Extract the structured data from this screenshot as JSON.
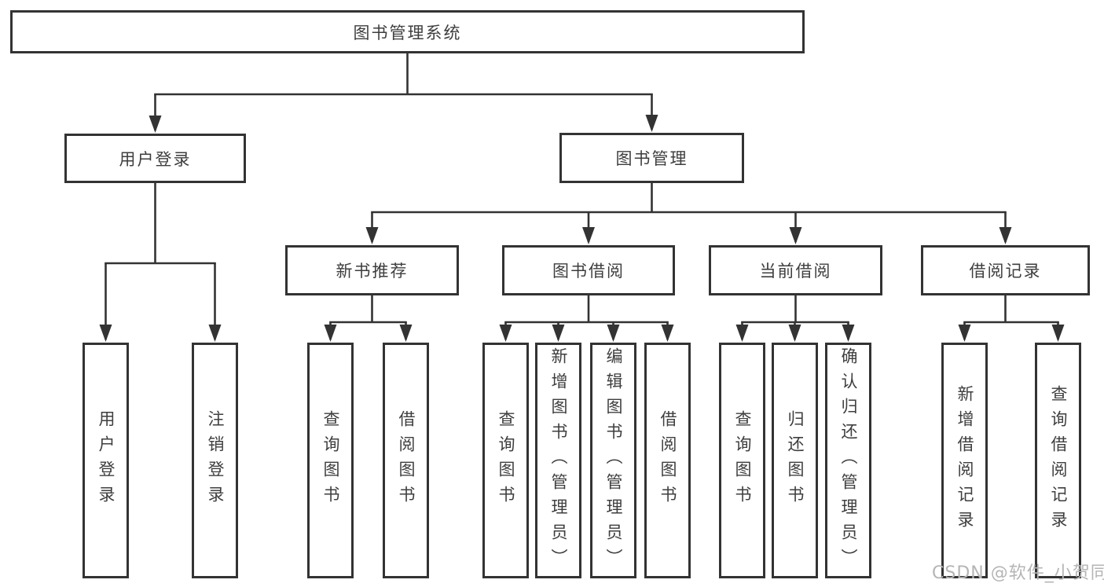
{
  "diagram_title": "图书管理系统",
  "tree": {
    "label": "图书管理系统",
    "children": [
      {
        "label": "用户登录",
        "children": [
          {
            "label": "用户登录"
          },
          {
            "label": "注销登录"
          }
        ]
      },
      {
        "label": "图书管理",
        "children": [
          {
            "label": "新书推荐",
            "children": [
              {
                "label": "查询图书"
              },
              {
                "label": "借阅图书"
              }
            ]
          },
          {
            "label": "图书借阅",
            "children": [
              {
                "label": "查询图书"
              },
              {
                "label": "新增图书（管理员）"
              },
              {
                "label": "编辑图书（管理员）"
              },
              {
                "label": "借阅图书"
              }
            ]
          },
          {
            "label": "当前借阅",
            "children": [
              {
                "label": "查询图书"
              },
              {
                "label": "归还图书"
              },
              {
                "label": "确认归还（管理员）"
              }
            ]
          },
          {
            "label": "借阅记录",
            "children": [
              {
                "label": "新增借阅记录"
              },
              {
                "label": "查询借阅记录"
              }
            ]
          }
        ]
      }
    ]
  },
  "watermark": {
    "text": "CSDN @软件_小贺同学"
  },
  "colors": {
    "line": "#333333",
    "text": "#3e3e3e",
    "watermark": "#b5b5b5",
    "background": "#ffffff"
  }
}
